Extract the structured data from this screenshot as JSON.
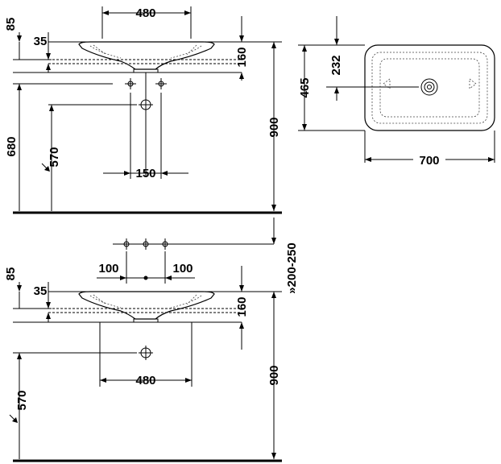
{
  "top_view": {
    "width_480": "480",
    "height_85": "85",
    "depth_35": "35",
    "height_160": "160",
    "height_680": "680",
    "height_570": "570",
    "height_900": "900",
    "spacing_150": "150"
  },
  "plan_view": {
    "depth_465": "465",
    "drain_232": "232",
    "width_700": "700"
  },
  "bottom_view": {
    "spacing_left_100": "100",
    "spacing_right_100": "100",
    "height_85": "85",
    "depth_35": "35",
    "height_160": "160",
    "range_200_250": "»200-250",
    "width_480": "480",
    "height_900": "900",
    "height_570": "570"
  }
}
